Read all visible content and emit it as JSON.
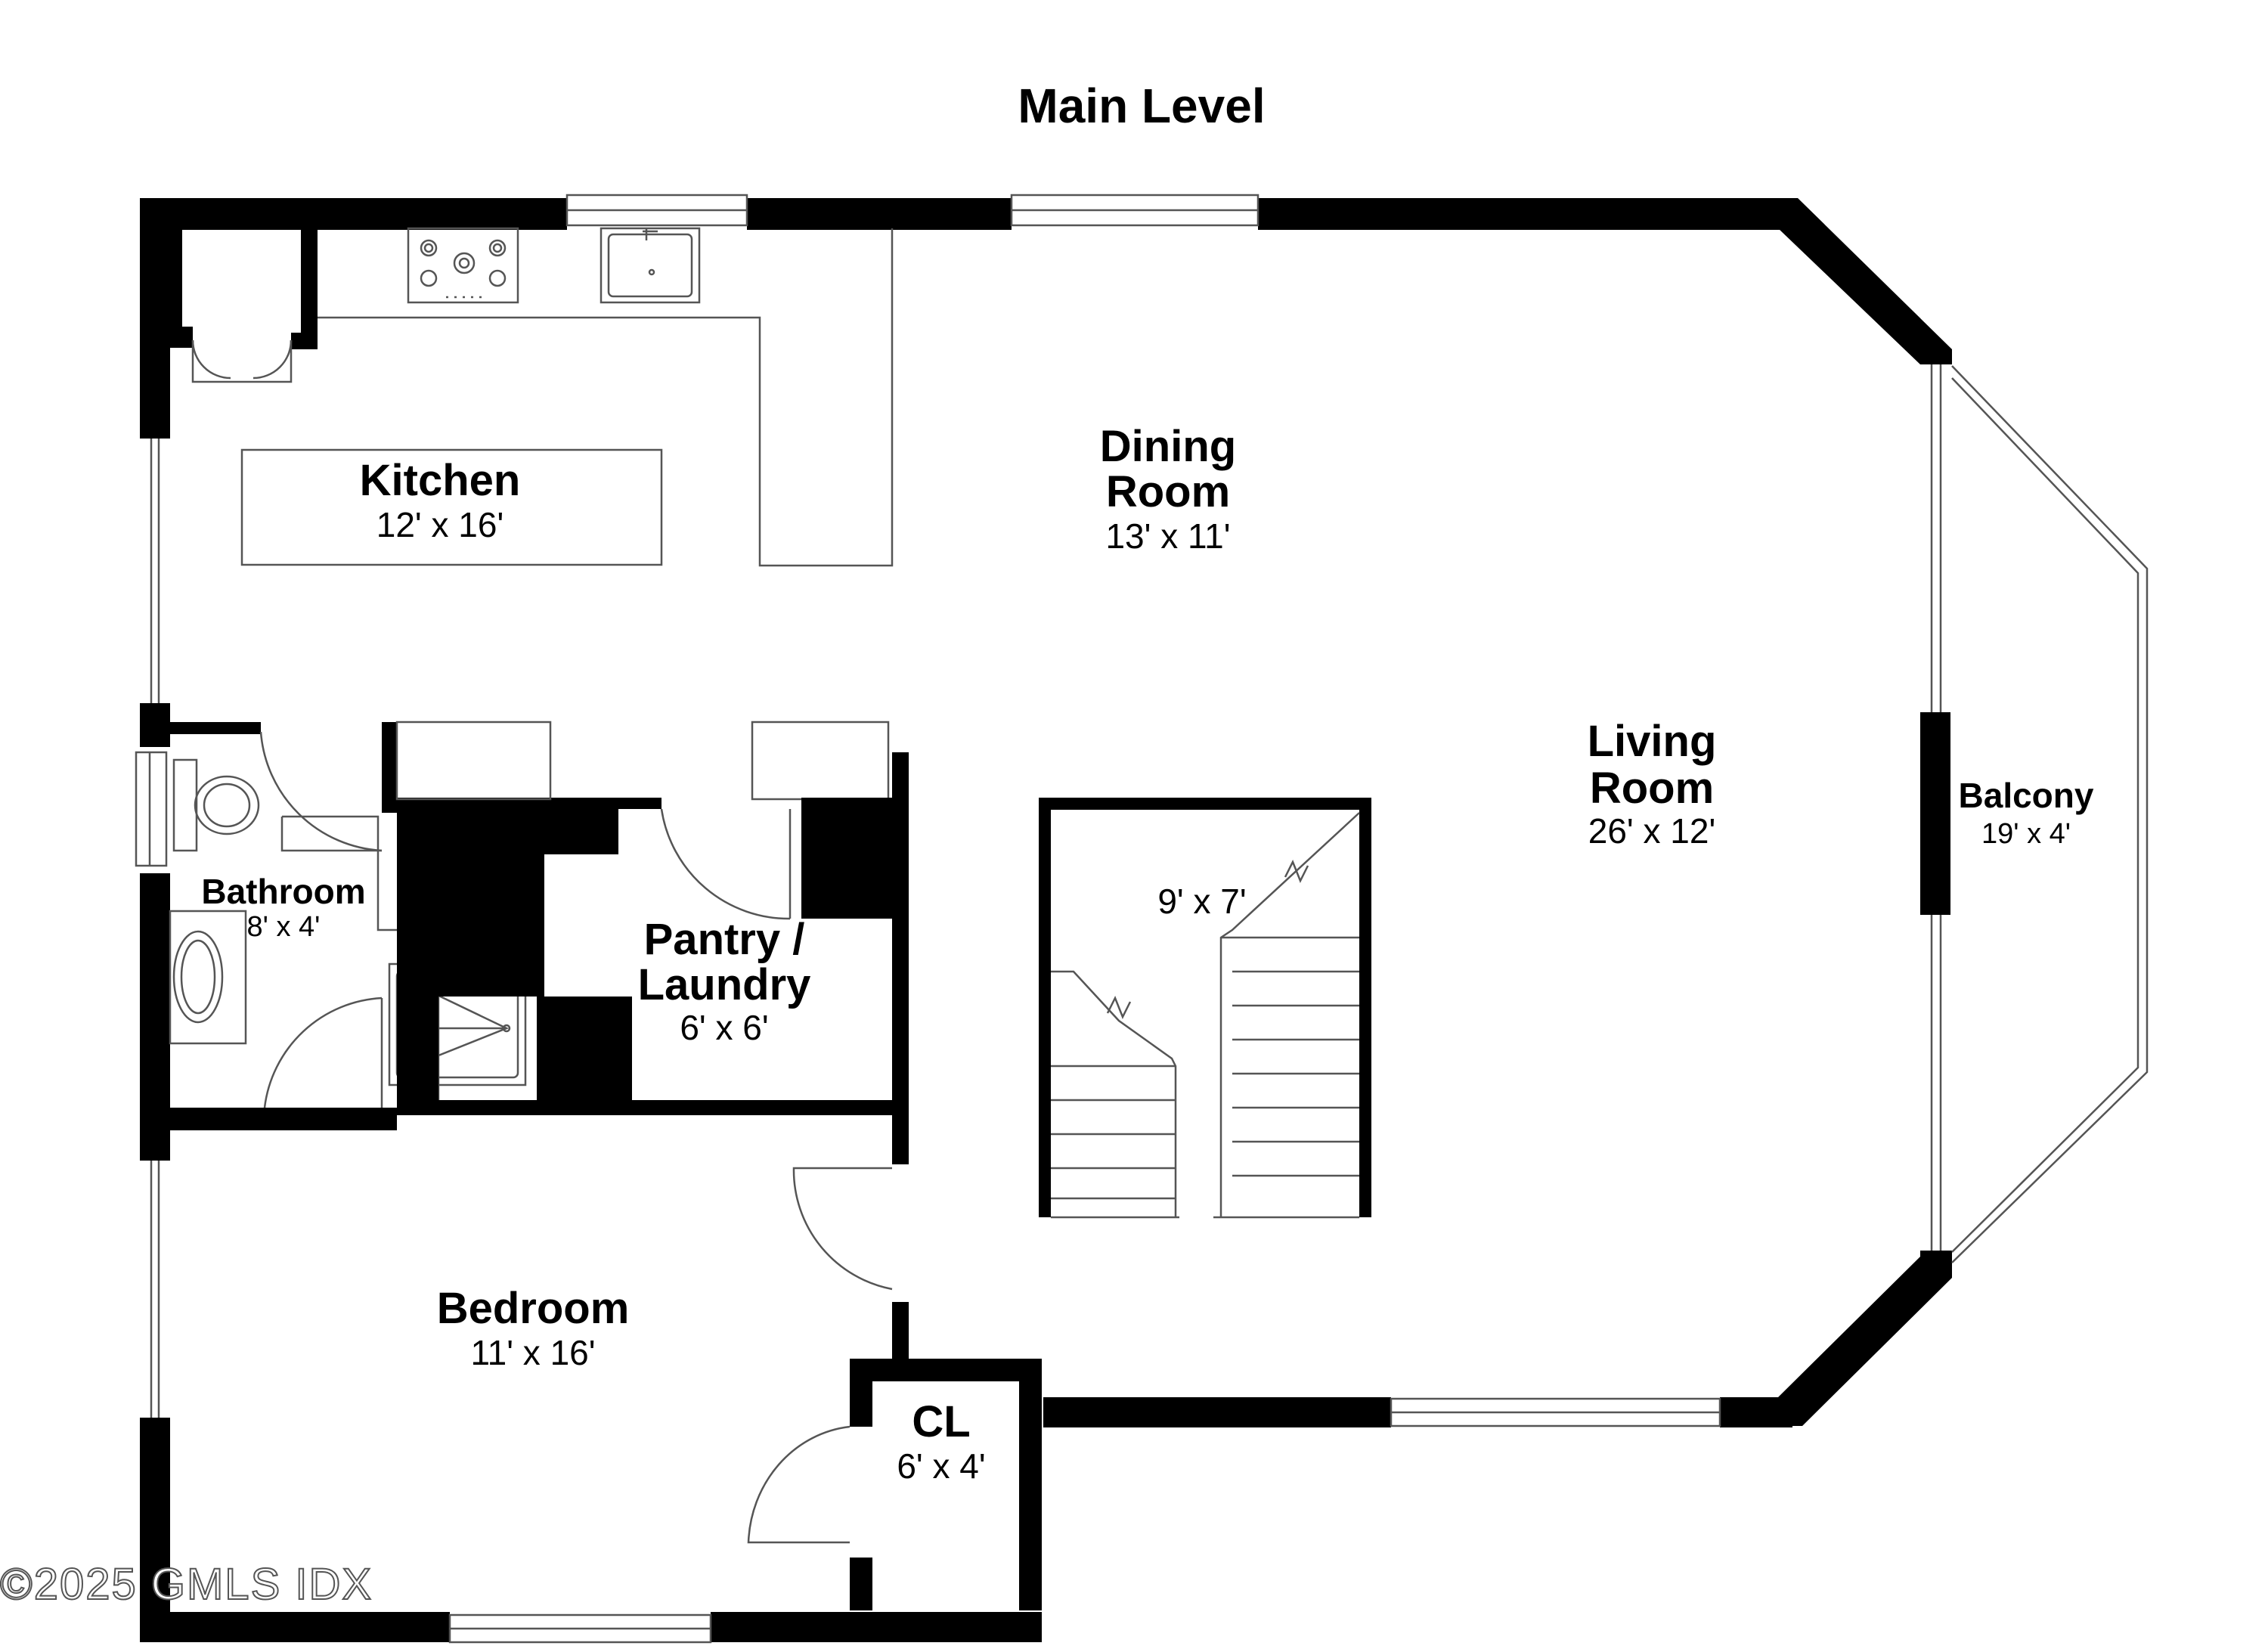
{
  "plan": {
    "title": "Main Level",
    "watermark": "©2025 GMLS IDX"
  },
  "rooms": {
    "kitchen": {
      "name": "Kitchen",
      "dims": "12' x 16'"
    },
    "dining": {
      "name_line1": "Dining",
      "name_line2": "Room",
      "dims": "13' x 11'"
    },
    "living": {
      "name_line1": "Living",
      "name_line2": "Room",
      "dims": "26' x 12'"
    },
    "balcony": {
      "name": "Balcony",
      "dims": "19' x 4'"
    },
    "bathroom": {
      "name": "Bathroom",
      "dims": "8' x 4'"
    },
    "pantry": {
      "name_line1": "Pantry /",
      "name_line2": "Laundry",
      "dims": "6' x 6'"
    },
    "stairs": {
      "dims": "9' x 7'"
    },
    "bedroom": {
      "name": "Bedroom",
      "dims": "11' x 16'"
    },
    "closet": {
      "name": "CL",
      "dims": "6' x 4'"
    }
  }
}
